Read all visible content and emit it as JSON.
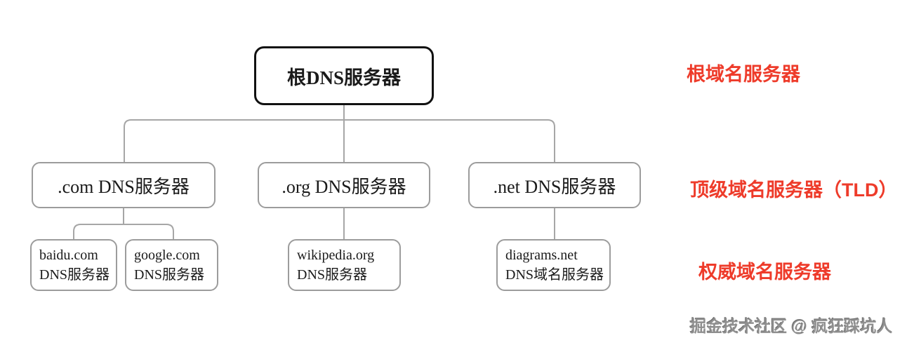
{
  "diagram": {
    "root": {
      "label": "根DNS服务器"
    },
    "tld_nodes": [
      {
        "id": "com",
        "label": ".com DNS服务器"
      },
      {
        "id": "org",
        "label": ".org DNS服务器"
      },
      {
        "id": "net",
        "label": ".net DNS服务器"
      }
    ],
    "authoritative_nodes": [
      {
        "id": "baidu",
        "line1": "baidu.com",
        "line2": "DNS服务器"
      },
      {
        "id": "google",
        "line1": "google.com",
        "line2": "DNS服务器"
      },
      {
        "id": "wikipedia",
        "line1": "wikipedia.org",
        "line2": "DNS服务器"
      },
      {
        "id": "diagrams",
        "line1": "diagrams.net",
        "line2": "DNS域名服务器"
      }
    ],
    "annotations": [
      {
        "id": "root-level",
        "label": "根域名服务器"
      },
      {
        "id": "tld-level",
        "label": "顶级域名服务器（TLD）"
      },
      {
        "id": "authoritative-level",
        "label": "权威域名服务器"
      }
    ],
    "watermark": "掘金技术社区 @ 疯狂踩坑人",
    "colors": {
      "annotation_red": "#ee3b2a",
      "connector_gray": "#a6a6a6",
      "node_border_gray": "#9c9c9c",
      "root_border_black": "#111111"
    }
  }
}
